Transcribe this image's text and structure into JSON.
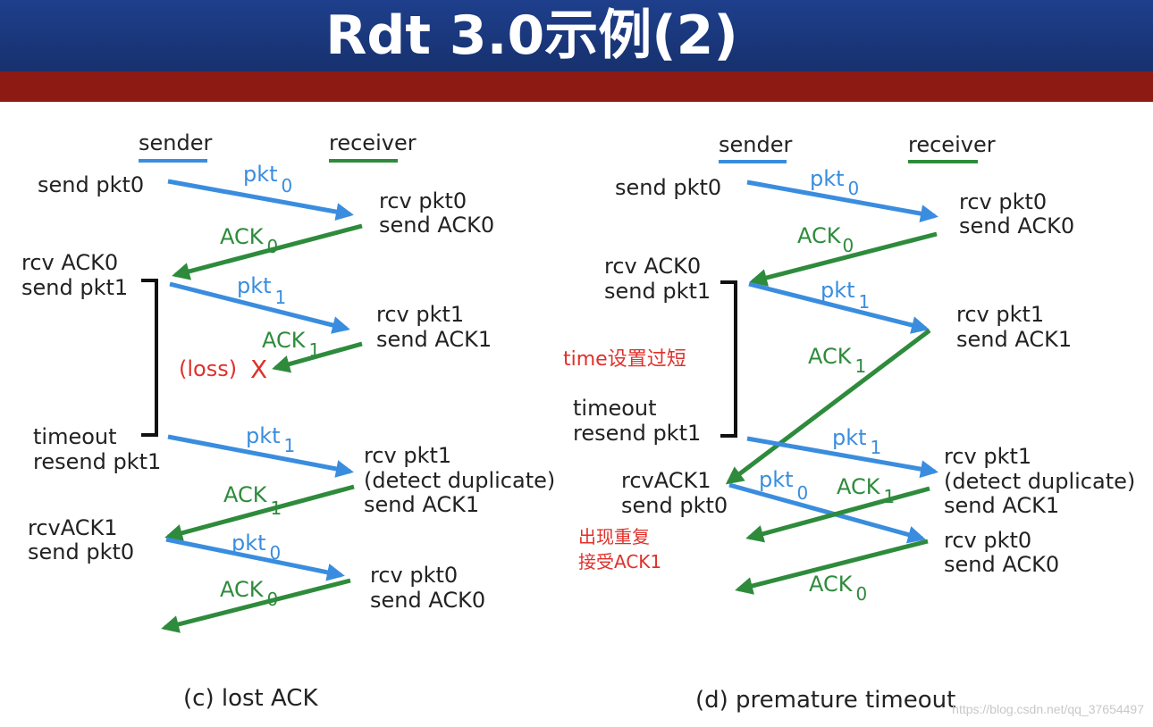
{
  "title": "Rdt 3.0示例(2)",
  "colors": {
    "header_bg": "#1e3f8c",
    "band": "#8e1a14",
    "sender_blue": "#3a8dde",
    "receiver_green": "#2e8b3c",
    "red": "#e0302a",
    "text": "#222222"
  },
  "left": {
    "sender_label": "sender",
    "receiver_label": "receiver",
    "sender_events": [
      "send pkt0",
      "rcv ACK0",
      "send pkt1",
      "timeout",
      "resend pkt1",
      "rcvACK1",
      "send pkt0"
    ],
    "receiver_events": [
      "rcv pkt0",
      "send ACK0",
      "rcv pkt1",
      "send ACK1",
      "rcv pkt1",
      "(detect duplicate)",
      "send ACK1",
      "rcv pkt0",
      "send ACK0"
    ],
    "messages": [
      {
        "label": "pkt",
        "sub": "0"
      },
      {
        "label": "ACK",
        "sub": "0"
      },
      {
        "label": "pkt",
        "sub": "1"
      },
      {
        "label": "ACK",
        "sub": "1"
      },
      {
        "label": "pkt",
        "sub": "1"
      },
      {
        "label": "ACK",
        "sub": "1"
      },
      {
        "label": "pkt",
        "sub": "0"
      },
      {
        "label": "ACK",
        "sub": "0"
      }
    ],
    "loss_label": "(loss)",
    "loss_mark": "X",
    "caption": "(c) lost ACK"
  },
  "right": {
    "sender_label": "sender",
    "receiver_label": "receiver",
    "sender_events": [
      "send pkt0",
      "rcv ACK0",
      "send pkt1",
      "timeout",
      "resend pkt1",
      "rcvACK1",
      "send pkt0"
    ],
    "receiver_events": [
      "rcv pkt0",
      "send ACK0",
      "rcv pkt1",
      "send ACK1",
      "rcv pkt1",
      "(detect duplicate)",
      "send ACK1",
      "rcv pkt0",
      "send ACK0"
    ],
    "messages": [
      {
        "label": "pkt",
        "sub": "0"
      },
      {
        "label": "ACK",
        "sub": "0"
      },
      {
        "label": "pkt",
        "sub": "1"
      },
      {
        "label": "ACK",
        "sub": "1"
      },
      {
        "label": "pkt",
        "sub": "1"
      },
      {
        "label": "pkt",
        "sub": "0"
      },
      {
        "label": "ACK",
        "sub": "1"
      },
      {
        "label": "ACK",
        "sub": "0"
      }
    ],
    "note_timeout": "time设置过短",
    "note_dup_line1": "出现重复",
    "note_dup_line2": "接受ACK1",
    "caption": "(d) premature timeout"
  },
  "watermark": "https://blog.csdn.net/qq_37654497"
}
